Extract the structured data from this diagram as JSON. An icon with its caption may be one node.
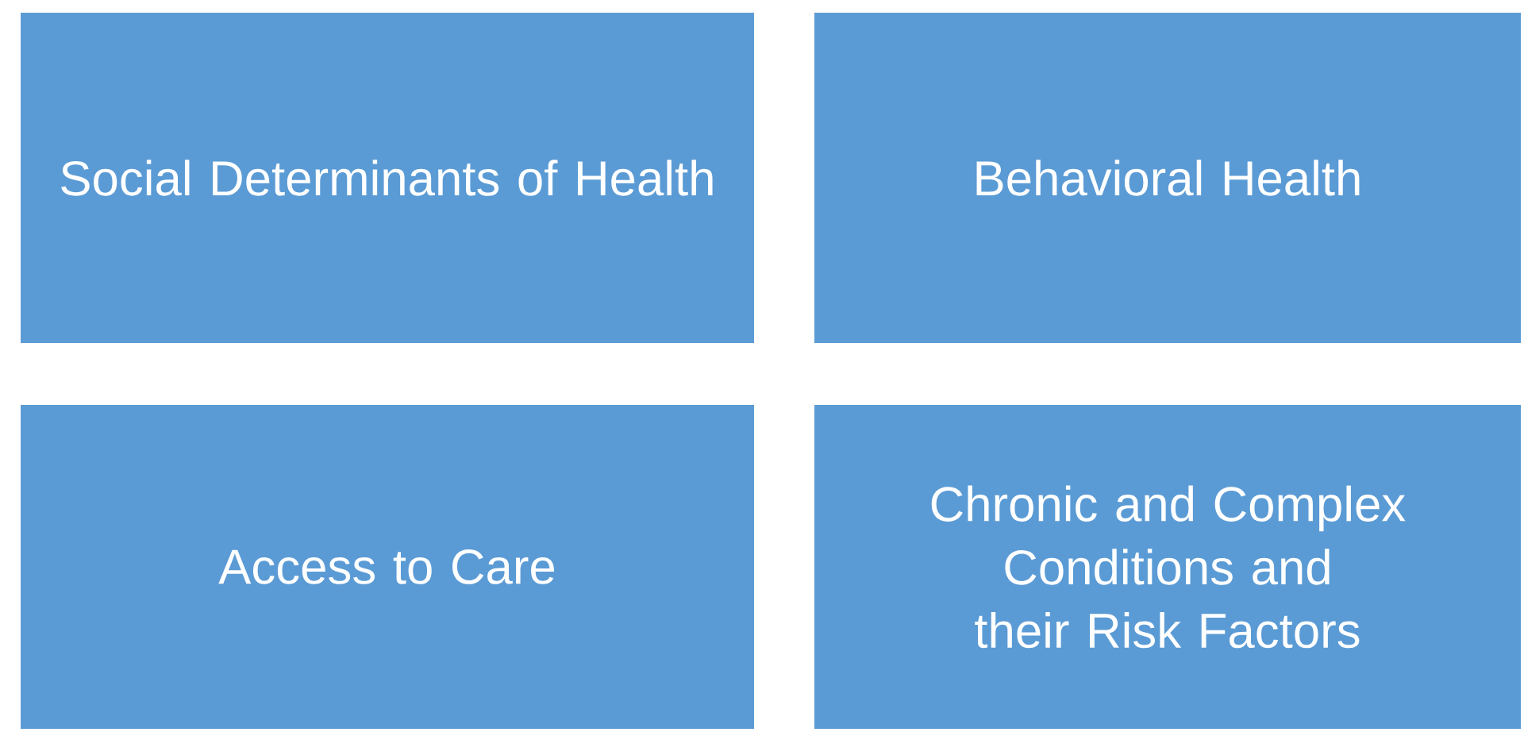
{
  "diagram": {
    "nodes": [
      {
        "text": [
          "Social Determinants of Health"
        ]
      },
      {
        "text": [
          "Behavioral Health"
        ]
      },
      {
        "text": [
          "Access to Care"
        ]
      },
      {
        "text": [
          "Chronic and Complex Conditions and their Risk Factors"
        ]
      }
    ]
  }
}
